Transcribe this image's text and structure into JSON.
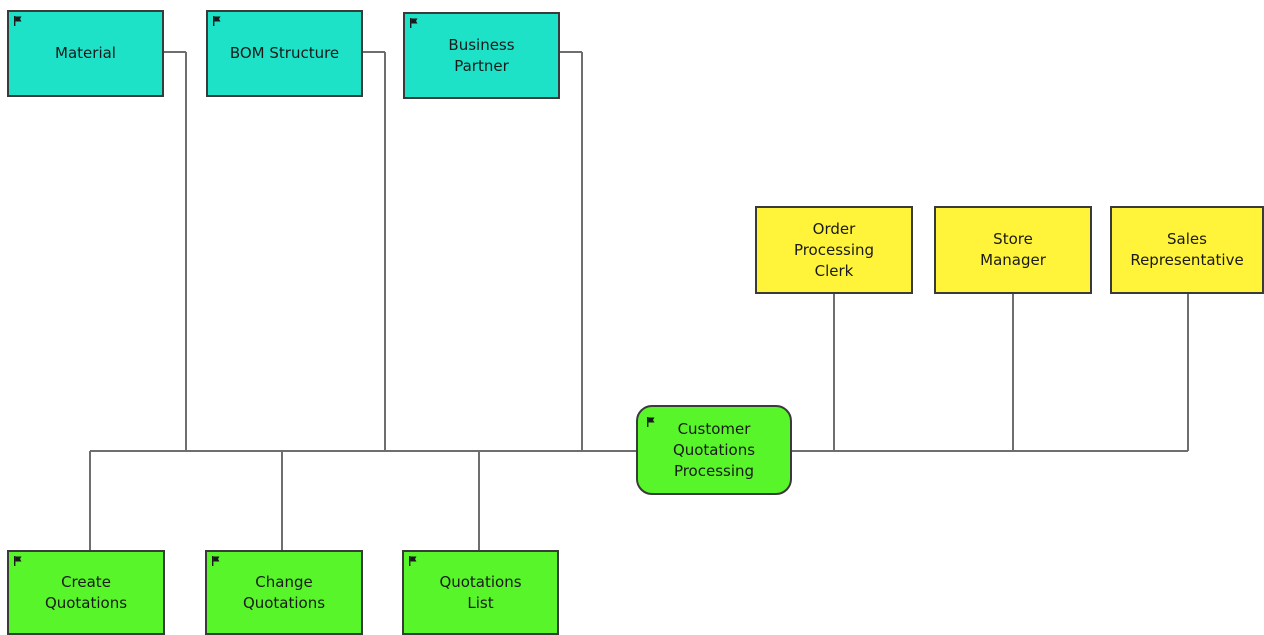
{
  "objects": [
    {
      "label": "Material"
    },
    {
      "label": "BOM Structure"
    },
    {
      "label": "Business\nPartner"
    }
  ],
  "roles": [
    {
      "label": "Order\nProcessing\nClerk"
    },
    {
      "label": "Store\nManager"
    },
    {
      "label": "Sales\nRepresentative"
    }
  ],
  "process": {
    "label": "Customer\nQuotations\nProcessing"
  },
  "functions": [
    {
      "label": "Create\nQuotations"
    },
    {
      "label": "Change\nQuotations"
    },
    {
      "label": "Quotations\nList"
    }
  ],
  "icons": {
    "node_marker": "flag-icon"
  },
  "colors": {
    "object": "#1de2c8",
    "role": "#fff43a",
    "function": "#57f52a",
    "border": "#3a3a3a",
    "connector": "#6e6e6e"
  }
}
